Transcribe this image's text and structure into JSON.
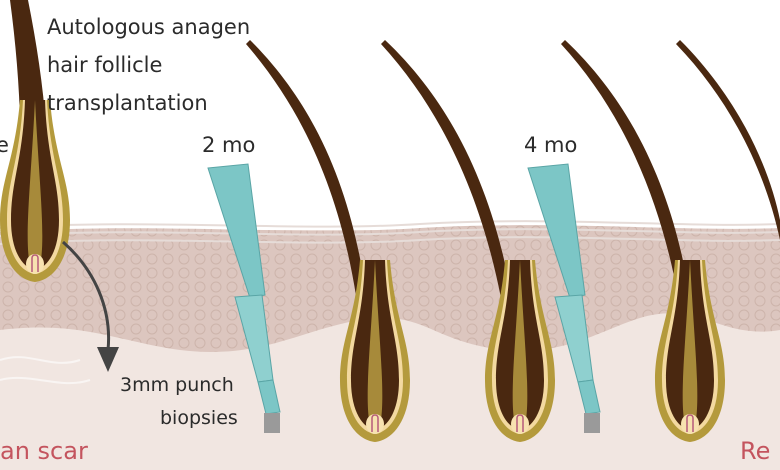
{
  "labels": {
    "left_cut": "e",
    "title_lines": [
      "Autologous anagen",
      "hair follicle",
      "transplantation"
    ],
    "time_2": "2 mo",
    "time_4": "4 mo",
    "punch_lines": [
      "3mm punch",
      "biopsies"
    ],
    "bottom_left": "an scar",
    "bottom_right": "Re"
  },
  "colors": {
    "epidermis": "#dcc4bc",
    "dermis": "#f1e6e1",
    "hair": "#4a2810",
    "sheath": "#b49a3c",
    "punch": "#7cc6c6",
    "label_red": "#c4545e"
  }
}
